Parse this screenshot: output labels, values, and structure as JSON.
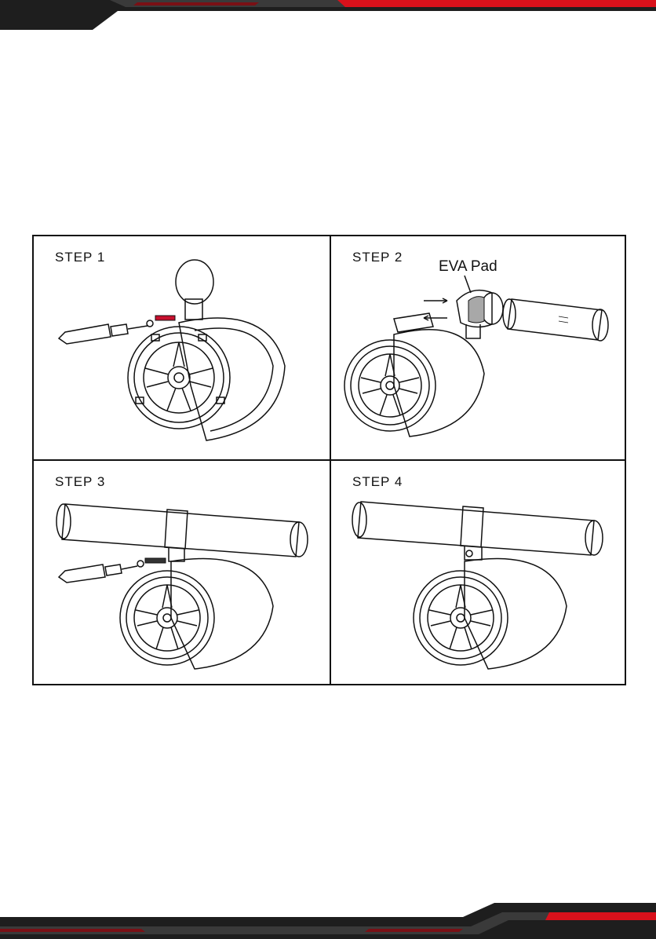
{
  "steps": [
    {
      "label": "STEP 1"
    },
    {
      "label": "STEP 2",
      "callout": "EVA Pad"
    },
    {
      "label": "STEP 3"
    },
    {
      "label": "STEP 4"
    }
  ],
  "colors": {
    "accent_red": "#d9111b",
    "dark_band": "#1e1e1e",
    "line": "#111111"
  }
}
